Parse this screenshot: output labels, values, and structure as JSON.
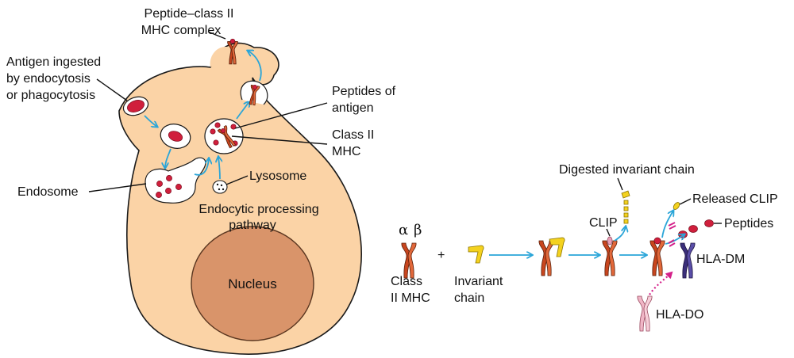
{
  "labels": {
    "peptide_complex": [
      "Peptide–class II",
      "MHC complex"
    ],
    "antigen_ingested": [
      "Antigen ingested",
      "by endocytosis",
      "or phagocytosis"
    ],
    "peptides_of_antigen": [
      "Peptides of",
      "antigen"
    ],
    "class_ii_mhc_right": [
      "Class II",
      "MHC"
    ],
    "endosome": "Endosome",
    "lysosome": "Lysosome",
    "endocytic_pathway": [
      "Endocytic processing",
      "pathway"
    ],
    "nucleus": "Nucleus",
    "digested_invariant_chain": "Digested invariant chain",
    "released_clip": "Released CLIP",
    "peptides": "Peptides",
    "clip": "CLIP",
    "hla_dm": "HLA-DM",
    "hla_do": "HLA-DO",
    "alpha": "α",
    "beta": "β",
    "plus": "+",
    "class_ii_mhc_bottom": [
      "Class",
      "II  MHC"
    ],
    "invariant_chain": [
      "Invariant",
      "chain"
    ]
  },
  "colors": {
    "cell_fill": "#fbd3a6",
    "nucleus_fill": "#d9946a",
    "arrow": "#2aa5d8",
    "mhc": "#c8461f",
    "invariant_chain": "#f4d21f",
    "peptide": "#d01f3c",
    "hla_dm": "#3b2f7a",
    "hla_do": "#f0b6c6",
    "inhibition": "#d4208a"
  }
}
